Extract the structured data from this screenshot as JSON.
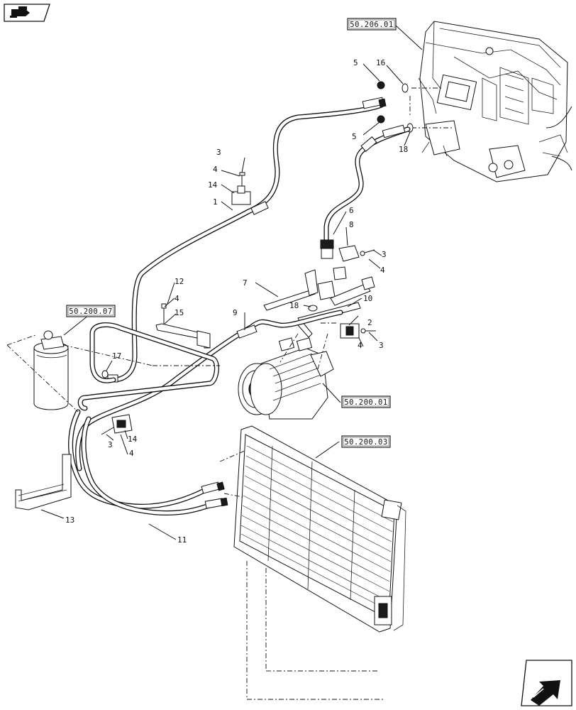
{
  "navigation": {
    "back_icon": "hand-pointing-icon",
    "next_icon": "arrow-next-icon"
  },
  "references": {
    "cab_unit": "50.206.01",
    "receiver_drier": "50.200.07",
    "compressor": "50.200.01",
    "condenser": "50.200.03"
  },
  "callouts": {
    "c1": "1",
    "c2": "2",
    "c3a": "3",
    "c3b": "3",
    "c3c": "3",
    "c3d": "3",
    "c4a": "4",
    "c4b": "4",
    "c4c": "4",
    "c4d": "4",
    "c4e": "4",
    "c5a": "5",
    "c5b": "5",
    "c6": "6",
    "c7": "7",
    "c8": "8",
    "c9": "9",
    "c10": "10",
    "c11": "11",
    "c12": "12",
    "c13": "13",
    "c14a": "14",
    "c14b": "14",
    "c15": "15",
    "c16": "16",
    "c17": "17",
    "c18a": "18",
    "c18b": "18"
  },
  "colors": {
    "ink": "#111111",
    "paper": "#ffffff"
  }
}
